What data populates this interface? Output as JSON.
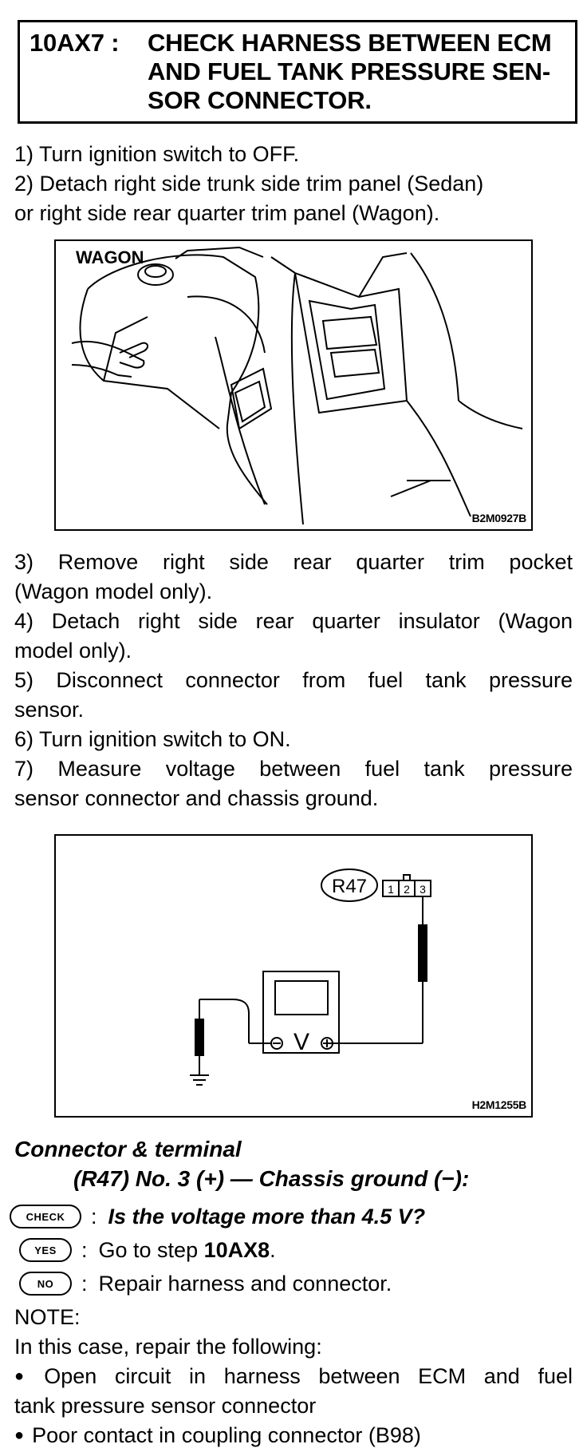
{
  "header": {
    "code": "10AX7 :",
    "title_lines": [
      "CHECK HARNESS BETWEEN ECM",
      "AND FUEL TANK PRESSURE SEN-",
      "SOR CONNECTOR."
    ]
  },
  "steps_a": [
    "1)  Turn ignition switch to OFF.",
    "2)  Detach right side trunk side trim panel (Sedan)",
    "or right side rear quarter trim panel (Wagon)."
  ],
  "figure1": {
    "label": "WAGON",
    "id": "B2M0927B"
  },
  "steps_b": [
    {
      "text": "3)  Remove right side rear quarter trim pocket",
      "justify": true
    },
    {
      "text": "(Wagon model only).",
      "justify": false
    },
    {
      "text": "4)  Detach right side rear quarter insulator (Wagon",
      "justify": true
    },
    {
      "text": "model only).",
      "justify": false
    },
    {
      "text": "5)  Disconnect connector from fuel tank pressure",
      "justify": true
    },
    {
      "text": "sensor.",
      "justify": false
    },
    {
      "text": "6)  Turn ignition switch to ON.",
      "justify": false
    },
    {
      "text": "7)  Measure voltage between fuel tank pressure",
      "justify": true
    },
    {
      "text": "sensor connector and chassis ground.",
      "justify": false
    }
  ],
  "figure2": {
    "connector_label": "R47",
    "pins": [
      "1",
      "2",
      "3"
    ],
    "meter_symbol": "V",
    "id": "H2M1255B"
  },
  "connector_terminal": {
    "heading": "Connector & terminal",
    "spec": "(R47) No. 3 (+) — Chassis ground (−):"
  },
  "check": {
    "check_label": "CHECK",
    "check_text": "Is the voltage more than 4.5 V?",
    "yes_label": "YES",
    "yes_text_prefix": "Go to step ",
    "yes_step": "10AX8",
    "yes_text_suffix": ".",
    "no_label": "NO",
    "no_text": "Repair harness and connector.",
    "colon": ":"
  },
  "note": {
    "title": "NOTE:",
    "intro": "In this case, repair the following:",
    "bullets": [
      "Open circuit in harness between ECM and fuel",
      "tank pressure sensor connector",
      "Poor contact in coupling connector (B98)"
    ]
  }
}
